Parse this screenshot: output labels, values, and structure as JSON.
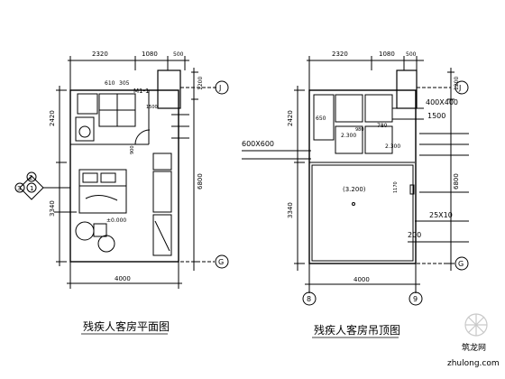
{
  "plans": {
    "floor": {
      "title": "残疾人客房平面图",
      "dims_top": [
        "2320",
        "1080",
        "500"
      ],
      "dim_top_inner": [
        "610",
        "305"
      ],
      "dim_left": [
        "2420",
        "3340"
      ],
      "dim_right": [
        "1200",
        "6800"
      ],
      "dim_bottom": "4000",
      "door_tag": "M1-1",
      "elev_label": "±0.000",
      "axis_top": "J",
      "axis_bottom": "G",
      "section_marks": [
        "3",
        "2",
        "1"
      ],
      "small_nums": [
        "1500",
        "900"
      ]
    },
    "ceiling": {
      "title": "残疾人客房吊顶图",
      "dims_top": [
        "2320",
        "1080",
        "500"
      ],
      "dim_left": [
        "2420",
        "3340"
      ],
      "dim_right": [
        "1200",
        "6800"
      ],
      "dim_bottom": "4000",
      "axis_top": "J",
      "axis_bottom": "G",
      "axis_left": "8",
      "axis_right": "9",
      "label_600": "600X600",
      "label_400": "400X400",
      "label_1500": "1500",
      "label_25x10": "25X10",
      "label_200": "200",
      "label_2300a": "2.300",
      "label_2300b": "2.300",
      "label_3200": "(3.200)",
      "label_1170": "1170",
      "label_780": "780",
      "label_650": "650",
      "label_980": "980"
    }
  },
  "watermark": {
    "site": "zhulong.com",
    "word": "筑龙网"
  },
  "colors": {
    "ink": "#000000",
    "watermark": "#c9c9c9",
    "bg": "#ffffff"
  }
}
